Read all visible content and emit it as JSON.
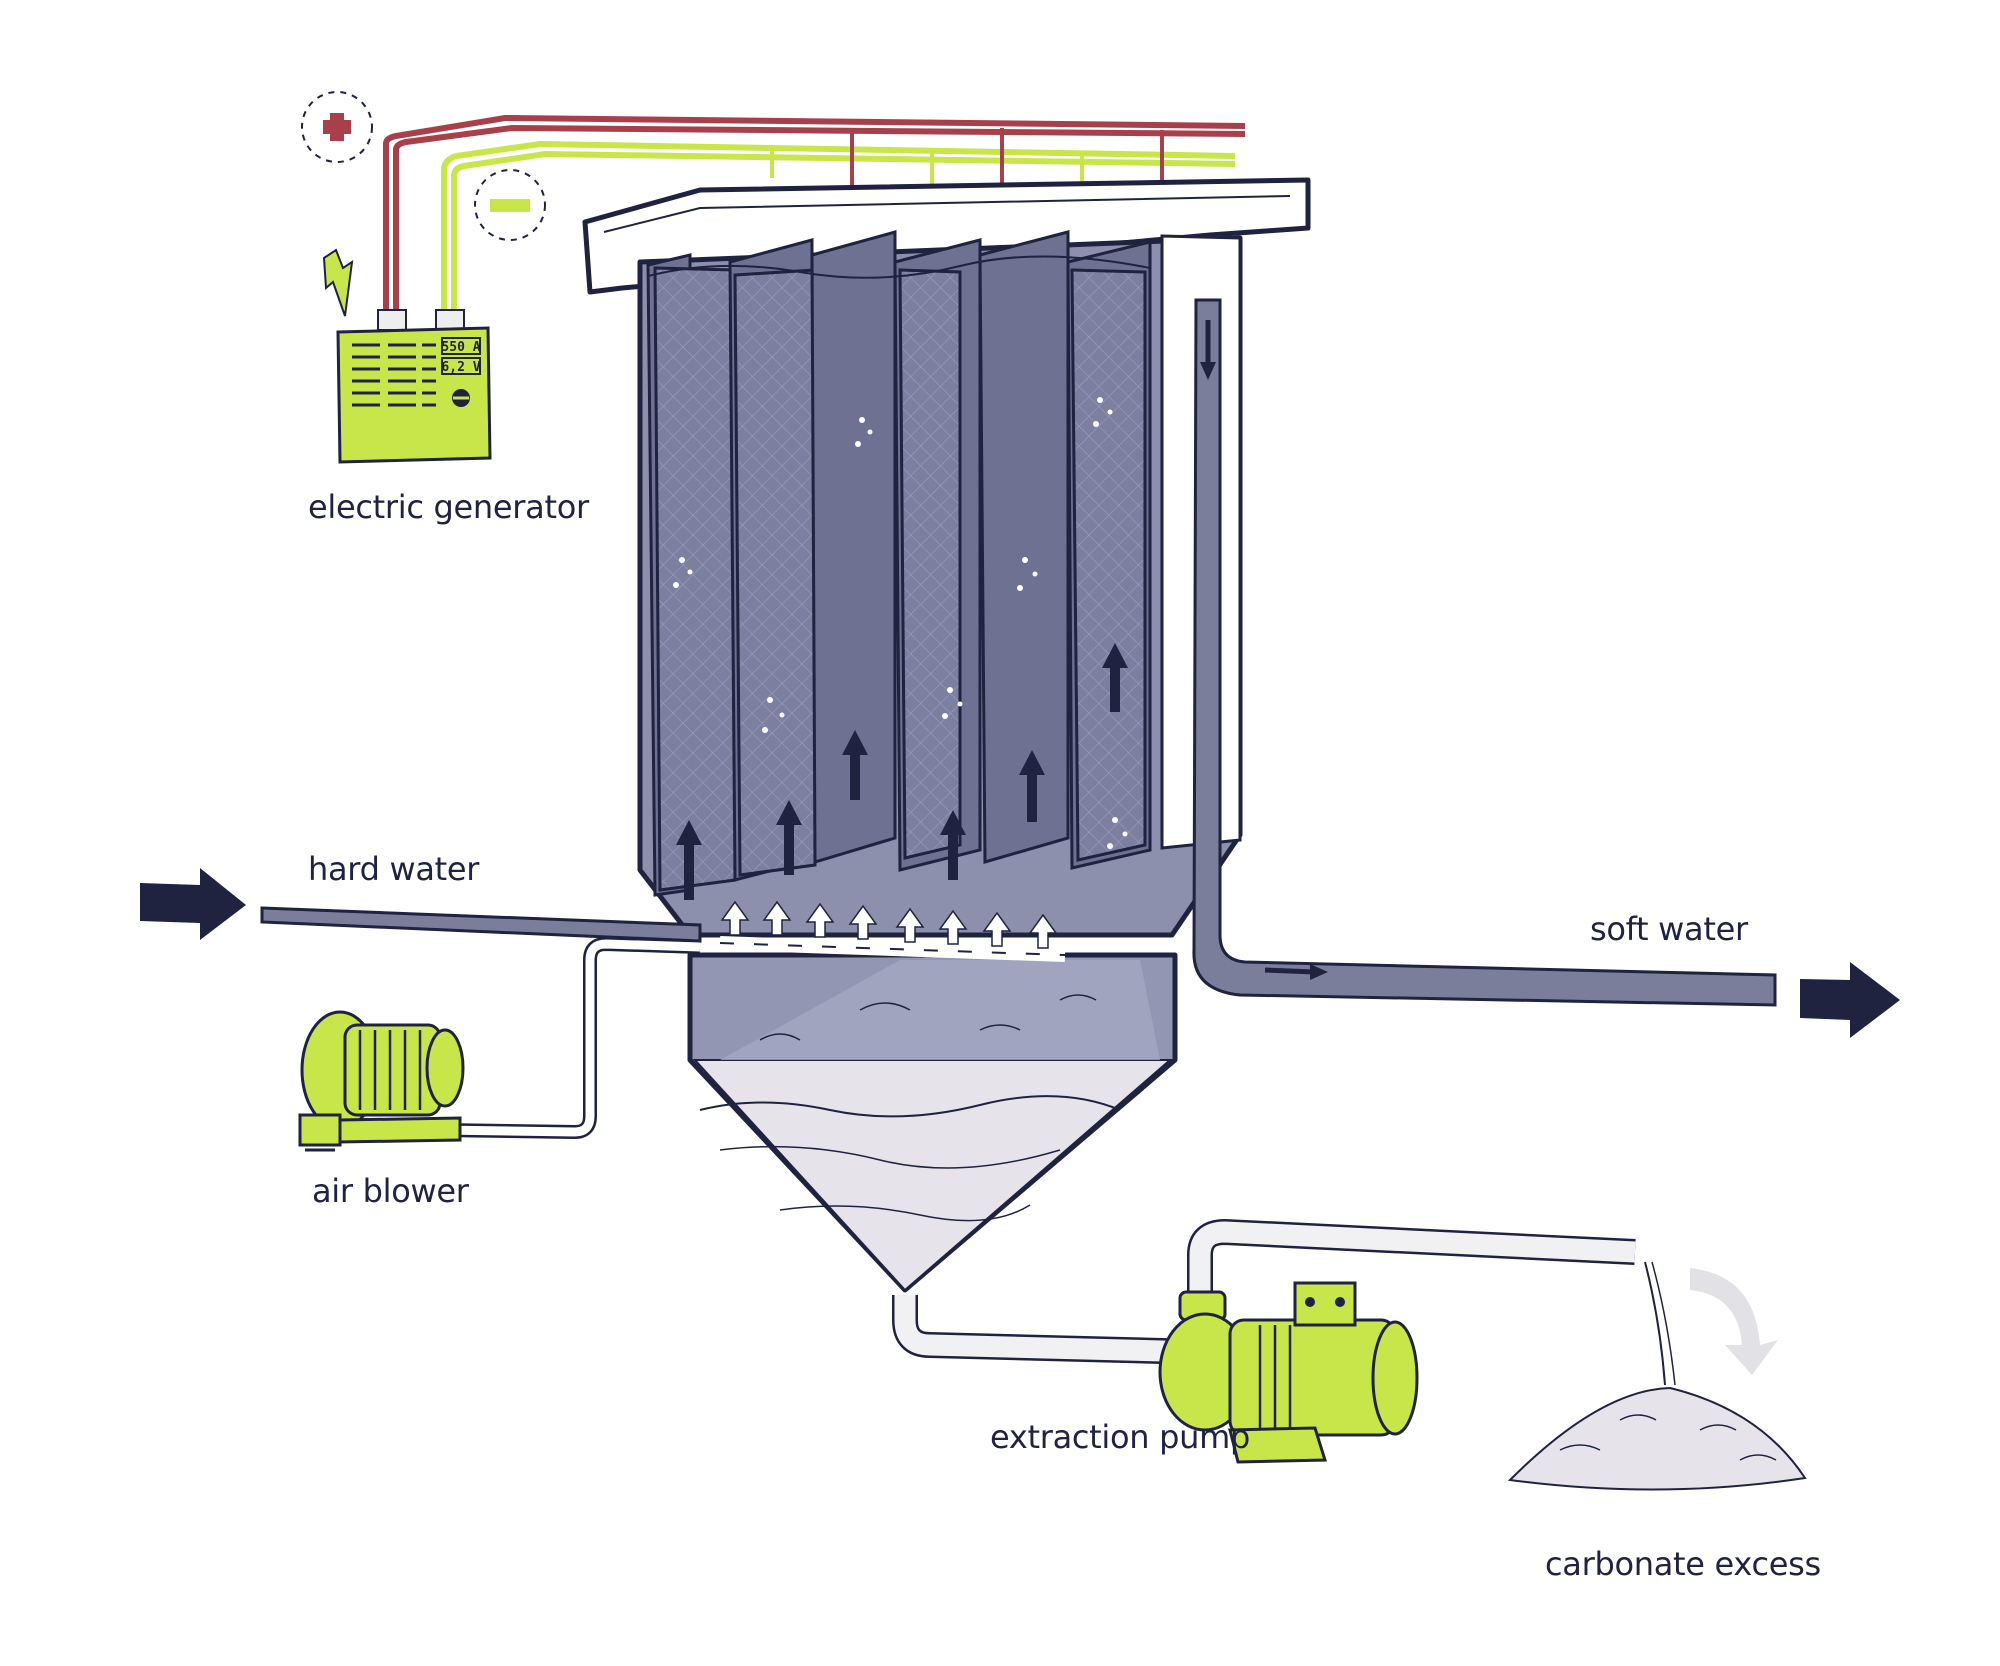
{
  "labels": {
    "electric_generator": "electric generator",
    "hard_water": "hard water",
    "soft_water": "soft water",
    "air_blower": "air blower",
    "extraction_pump": "extraction pump",
    "carbonate_excess": "carbonate excess"
  },
  "generator": {
    "current_readout": "550 A",
    "voltage_readout": "6,2 V"
  },
  "colors": {
    "outline": "#1f2340",
    "tank_fill": "#8c90ac",
    "plate_fill": "#6e7292",
    "green": "#c8e64a",
    "positive": "#a8404c",
    "pipe": "#7a7e9a"
  },
  "icons": [
    "plus-icon",
    "minus-icon",
    "lightning-icon",
    "flow-arrow-icon"
  ]
}
